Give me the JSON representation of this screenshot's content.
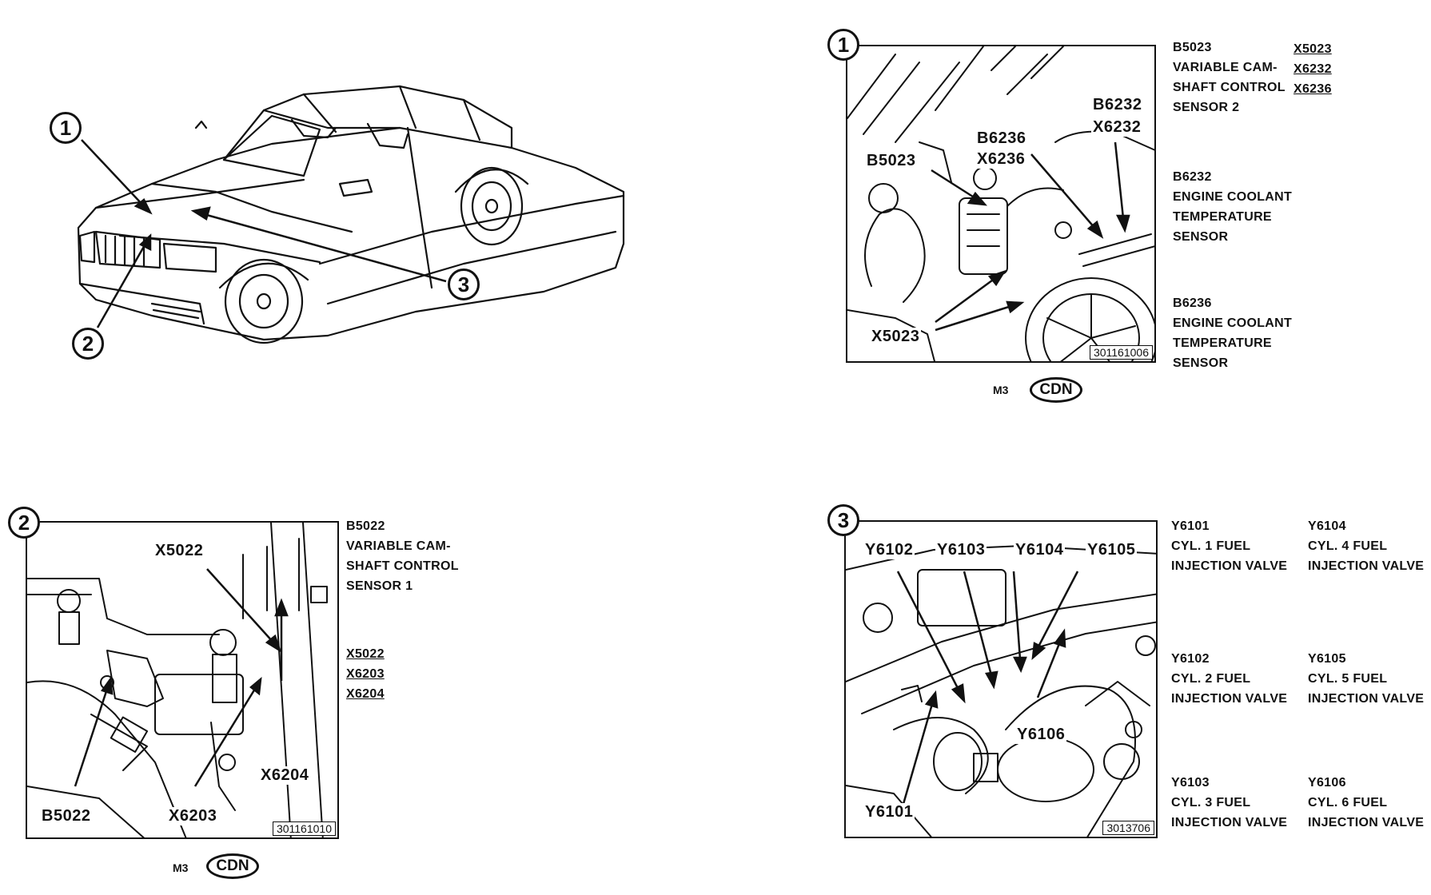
{
  "callouts": {
    "c1": "1",
    "c2": "2",
    "c3": "3"
  },
  "panel1": {
    "number": "1",
    "labels": {
      "b6232": "B6232",
      "x6232": "X6232",
      "b6236": "B6236",
      "x6236": "X6236",
      "b5023": "B5023",
      "x5023": "X5023"
    },
    "figure_number": "301161006",
    "model": "M3",
    "badge": "CDN",
    "legend": {
      "b5023": {
        "code": "B5023",
        "lines": [
          "VARIABLE CAM-",
          "SHAFT CONTROL",
          "SENSOR 2"
        ]
      },
      "connectors": [
        "X5023",
        "X6232",
        "X6236"
      ],
      "b6232": {
        "code": "B6232",
        "lines": [
          "ENGINE COOLANT",
          "TEMPERATURE",
          "SENSOR"
        ]
      },
      "b6236": {
        "code": "B6236",
        "lines": [
          "ENGINE COOLANT",
          "TEMPERATURE",
          "SENSOR"
        ]
      }
    }
  },
  "panel2": {
    "number": "2",
    "labels": {
      "x5022": "X5022",
      "x6204": "X6204",
      "b5022": "B5022",
      "x6203": "X6203"
    },
    "figure_number": "301161010",
    "model": "M3",
    "badge": "CDN",
    "legend": {
      "b5022": {
        "code": "B5022",
        "lines": [
          "VARIABLE CAM-",
          "SHAFT CONTROL",
          "SENSOR 1"
        ]
      },
      "connectors": [
        "X5022",
        "X6203",
        "X6204"
      ]
    }
  },
  "panel3": {
    "number": "3",
    "labels": {
      "y6102": "Y6102",
      "y6103": "Y6103",
      "y6104": "Y6104",
      "y6105": "Y6105",
      "y6106": "Y6106",
      "y6101": "Y6101"
    },
    "figure_number": "3013706",
    "legend": [
      {
        "code": "Y6101",
        "lines": [
          "CYL. 1 FUEL",
          "INJECTION VALVE"
        ]
      },
      {
        "code": "Y6104",
        "lines": [
          "CYL. 4 FUEL",
          "INJECTION VALVE"
        ]
      },
      {
        "code": "Y6102",
        "lines": [
          "CYL. 2 FUEL",
          "INJECTION VALVE"
        ]
      },
      {
        "code": "Y6105",
        "lines": [
          "CYL. 5 FUEL",
          "INJECTION VALVE"
        ]
      },
      {
        "code": "Y6103",
        "lines": [
          "CYL. 3 FUEL",
          "INJECTION VALVE"
        ]
      },
      {
        "code": "Y6106",
        "lines": [
          "CYL. 6 FUEL",
          "INJECTION VALVE"
        ]
      }
    ]
  }
}
